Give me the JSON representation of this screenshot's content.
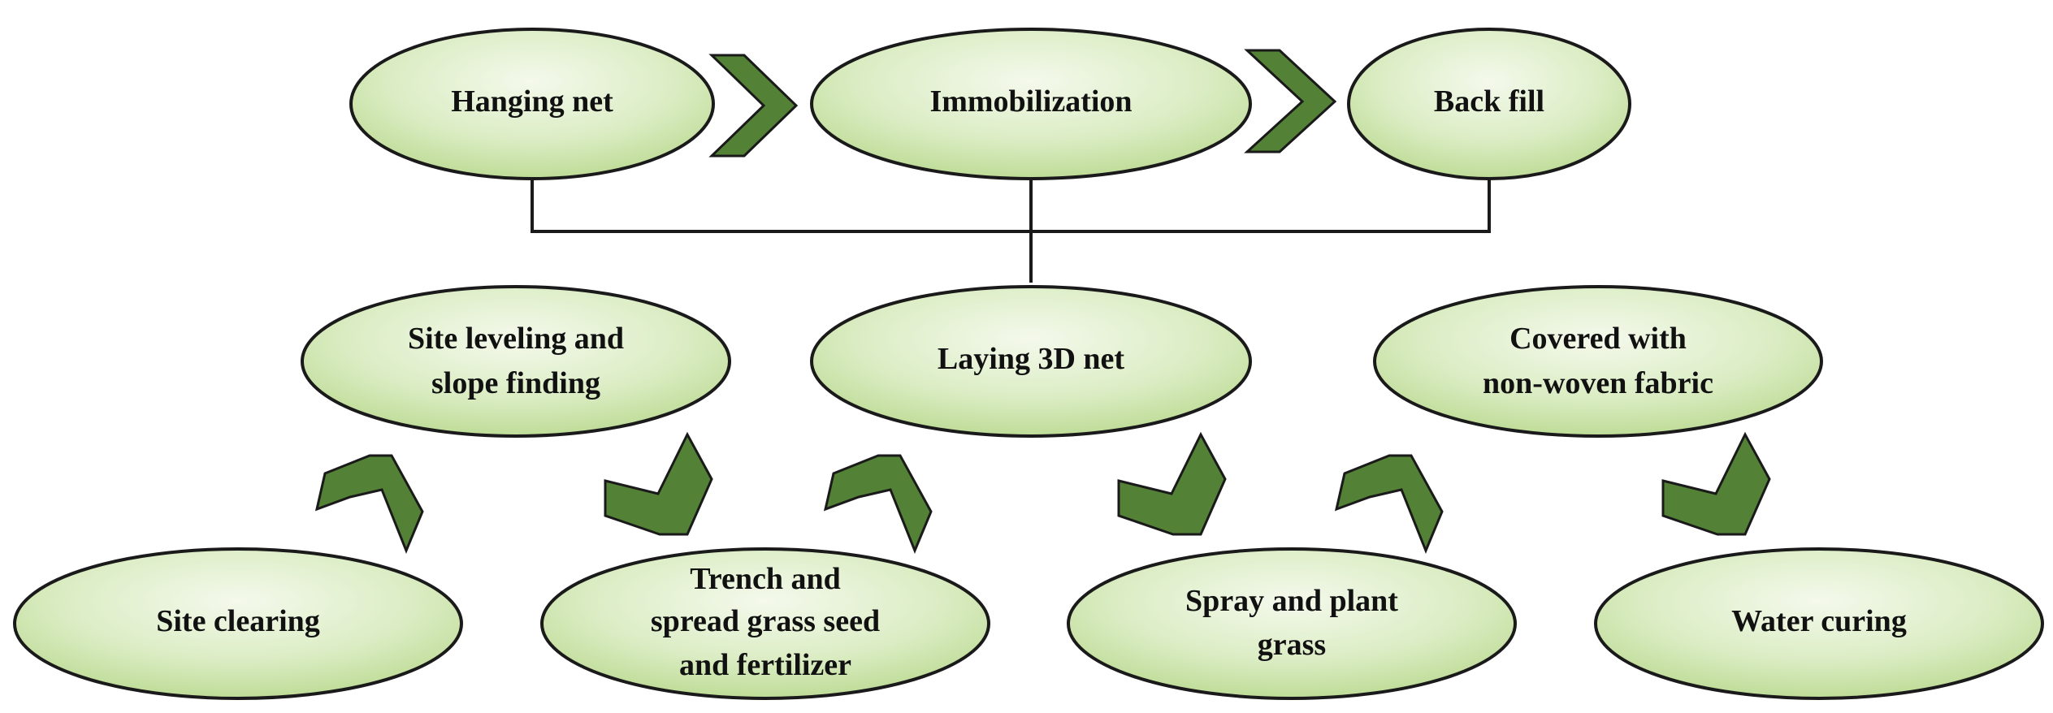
{
  "diagram": {
    "top_row": {
      "hanging_net": "Hanging net",
      "immobilization": "Immobilization",
      "back_fill": "Back fill"
    },
    "middle_row": {
      "site_leveling": [
        "Site leveling and",
        "slope finding"
      ],
      "laying_3d_net": "Laying 3D net",
      "covered_fabric": [
        "Covered with",
        "non-woven fabric"
      ]
    },
    "bottom_row": {
      "site_clearing": "Site clearing",
      "trench_spread": [
        "Trench and",
        "spread grass seed",
        "and fertilizer"
      ],
      "spray_plant": [
        "Spray and plant",
        "grass"
      ],
      "water_curing": "Water curing"
    }
  },
  "colors": {
    "node_fill_light": "#f4f9ec",
    "node_fill_dark": "#b9d98f",
    "node_stroke": "#1a1a1a",
    "arrow_fill": "#538135",
    "connector": "#1a1a1a"
  }
}
